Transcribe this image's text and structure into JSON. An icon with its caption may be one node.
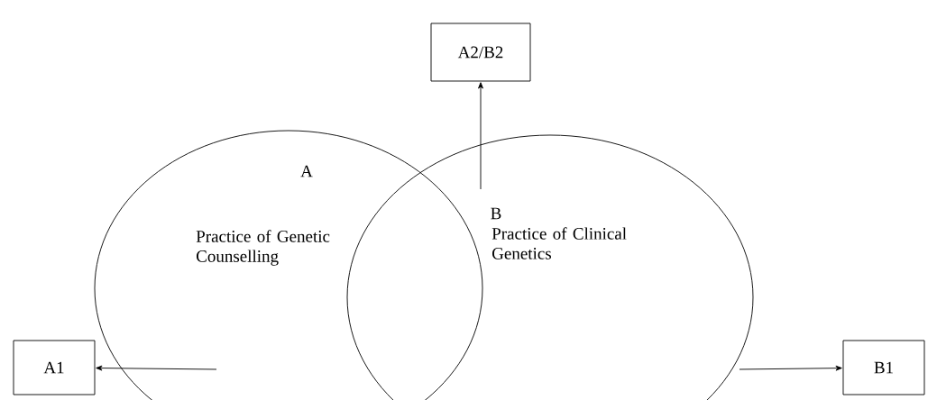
{
  "diagram": {
    "nodes": [
      {
        "text": [
          "A",
          "Practice of Genetic Counselling"
        ]
      },
      {
        "text": [
          "B",
          "Practice of Clinical Genetics"
        ]
      },
      {
        "text": [
          "A2/B2"
        ]
      },
      {
        "text": [
          "A1"
        ]
      },
      {
        "text": [
          "B1"
        ]
      }
    ],
    "edges": [
      {
        "from": 1,
        "to": 2,
        "arrow": "to"
      },
      {
        "from": 0,
        "to": 3,
        "arrow": "to"
      },
      {
        "from": 1,
        "to": 4,
        "arrow": "to"
      }
    ]
  }
}
